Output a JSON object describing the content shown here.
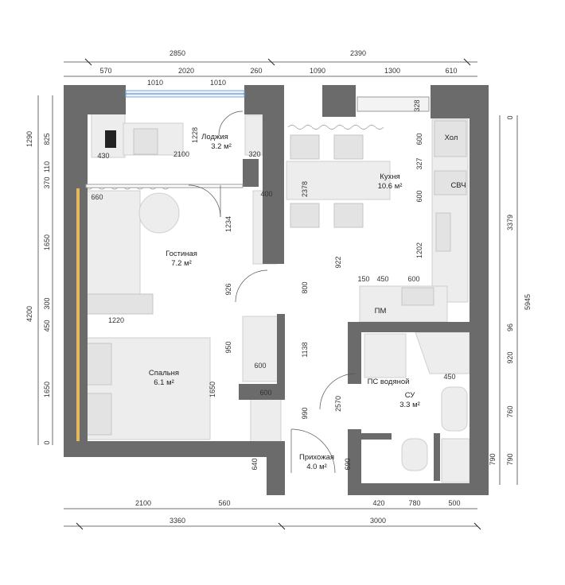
{
  "rooms": {
    "loggia": {
      "name": "Лоджия",
      "area": "3.2 м²"
    },
    "kitchen": {
      "name": "Кухня",
      "area": "10.6 м²"
    },
    "living": {
      "name": "Гостиная",
      "area": "7.2 м²"
    },
    "bedroom": {
      "name": "Спальня",
      "area": "6.1 м²"
    },
    "bathroom": {
      "name": "СУ",
      "area": "3.3 м²"
    },
    "hall": {
      "name": "Прихожая",
      "area": "4.0 м²"
    }
  },
  "labels": {
    "fridge": "Хол",
    "microwave": "СВЧ",
    "dishwasher": "ПМ",
    "water_heater": "ПС водяной"
  },
  "dimensions": {
    "top_outer": [
      "2850",
      "2390"
    ],
    "top_inner": [
      "570",
      "1010",
      "2020",
      "1010",
      "260",
      "1090",
      "1300",
      "610"
    ],
    "bottom_inner": [
      "2100",
      "560",
      "420",
      "780",
      "500"
    ],
    "bottom_outer": [
      "3360",
      "3000"
    ],
    "left": [
      "1290",
      "825",
      "110",
      "370",
      "1650",
      "300",
      "450",
      "1650",
      "4200",
      "0"
    ],
    "right": [
      "0",
      "3379",
      "5945",
      "96",
      "920",
      "760",
      "790",
      "790"
    ],
    "interior": [
      "1228",
      "430",
      "2100",
      "320",
      "400",
      "660",
      "1234",
      "1220",
      "926",
      "950",
      "600",
      "600",
      "1650",
      "2378",
      "800",
      "922",
      "1138",
      "990",
      "2570",
      "640",
      "690",
      "1202",
      "150",
      "450",
      "600",
      "328",
      "600",
      "327",
      "600",
      "450"
    ]
  }
}
